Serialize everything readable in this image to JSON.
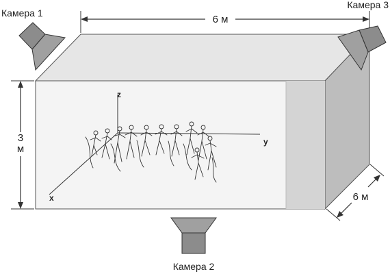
{
  "cameras": {
    "cam1": "Камера 1",
    "cam2": "Камера 2",
    "cam3": "Камера 3"
  },
  "dimensions": {
    "length": "6 м",
    "height_value": "3",
    "height_unit": "м",
    "depth": "6 м"
  },
  "axes": {
    "x": "x",
    "y": "y",
    "z": "z"
  },
  "colors": {
    "top_face": "#e6e6e6",
    "side_face": "#bdbdbd",
    "front_face": "#f4f4f4",
    "front_inner_band": "#d4d4d4",
    "camera_body": "#8c8c8c",
    "camera_dark": "#6f6f6f",
    "outline": "#333333"
  }
}
